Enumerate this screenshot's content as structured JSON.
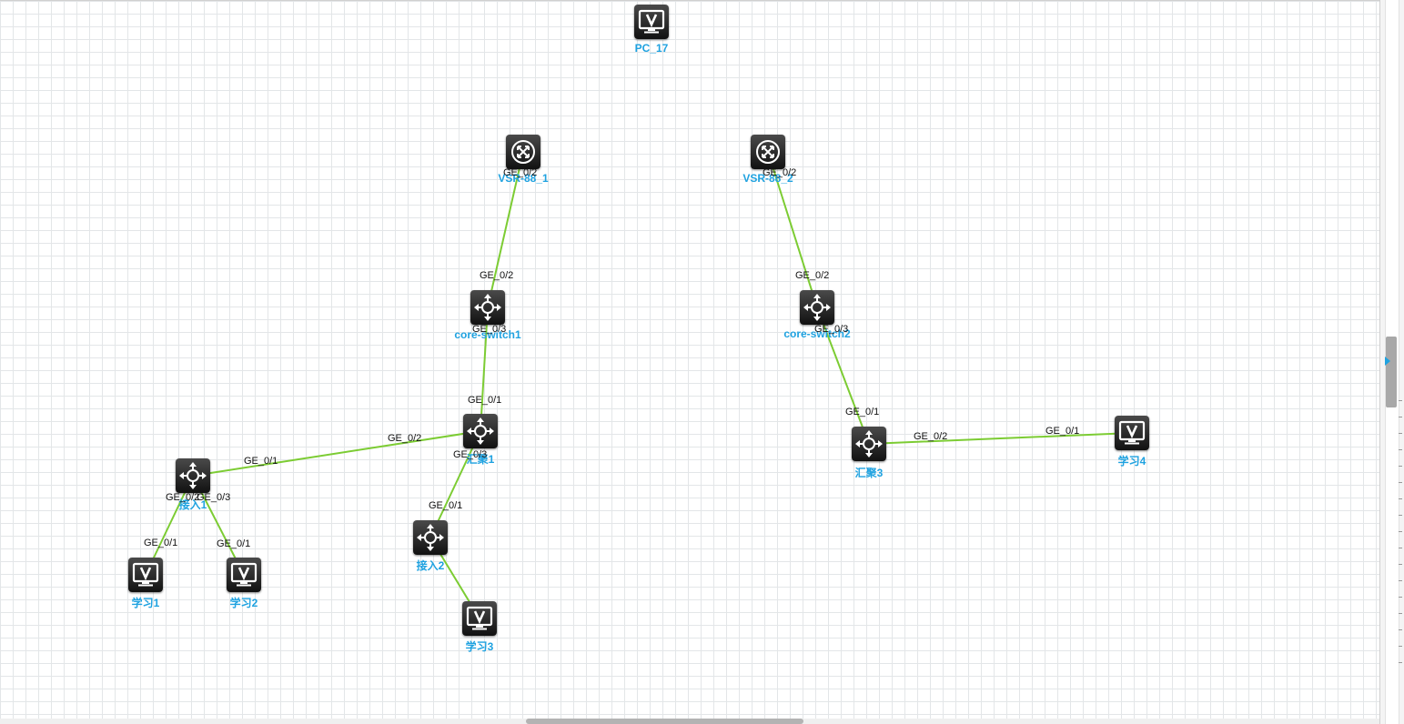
{
  "topology": {
    "devices": [
      {
        "id": "pc17",
        "label": "PC_17",
        "type": "host"
      },
      {
        "id": "vsr1",
        "label": "VSR-88_1",
        "type": "router"
      },
      {
        "id": "vsr2",
        "label": "VSR-88_2",
        "type": "router"
      },
      {
        "id": "core1",
        "label": "core-switch1",
        "type": "switch"
      },
      {
        "id": "core2",
        "label": "core-switch2",
        "type": "switch"
      },
      {
        "id": "agg1",
        "label": "汇聚1",
        "type": "switch"
      },
      {
        "id": "agg3",
        "label": "汇聚3",
        "type": "switch"
      },
      {
        "id": "acc1",
        "label": "接入1",
        "type": "switch"
      },
      {
        "id": "acc2",
        "label": "接入2",
        "type": "switch"
      },
      {
        "id": "study1",
        "label": "学习1",
        "type": "host"
      },
      {
        "id": "study2",
        "label": "学习2",
        "type": "host"
      },
      {
        "id": "study3",
        "label": "学习3",
        "type": "host"
      },
      {
        "id": "study4",
        "label": "学习4",
        "type": "host"
      }
    ],
    "links": [
      {
        "from": "vsr1",
        "to": "core1",
        "from_port": "GE_0/2",
        "to_port": "GE_0/2"
      },
      {
        "from": "core1",
        "to": "agg1",
        "from_port": "GE_0/3",
        "to_port": "GE_0/1"
      },
      {
        "from": "agg1",
        "to": "acc1",
        "from_port": "GE_0/2",
        "to_port": "GE_0/1"
      },
      {
        "from": "agg1",
        "to": "acc2",
        "from_port": "GE_0/3",
        "to_port": "GE_0/1"
      },
      {
        "from": "acc1",
        "to": "study1",
        "from_port": "GE_0/2",
        "to_port": "GE_0/1"
      },
      {
        "from": "acc1",
        "to": "study2",
        "from_port": "GE_0/3",
        "to_port": "GE_0/1"
      },
      {
        "from": "acc2",
        "to": "study3",
        "from_port": "",
        "to_port": ""
      },
      {
        "from": "vsr2",
        "to": "core2",
        "from_port": "GE_0/2",
        "to_port": "GE_0/2"
      },
      {
        "from": "core2",
        "to": "agg3",
        "from_port": "GE_0/3",
        "to_port": "GE_0/1"
      },
      {
        "from": "agg3",
        "to": "study4",
        "from_port": "GE_0/2",
        "to_port": "GE_0/1"
      }
    ]
  },
  "colors": {
    "link": "#7ccc33",
    "label": "#1fa2e0",
    "grid": "#e3e6e8",
    "device": "#1a1a1a"
  }
}
